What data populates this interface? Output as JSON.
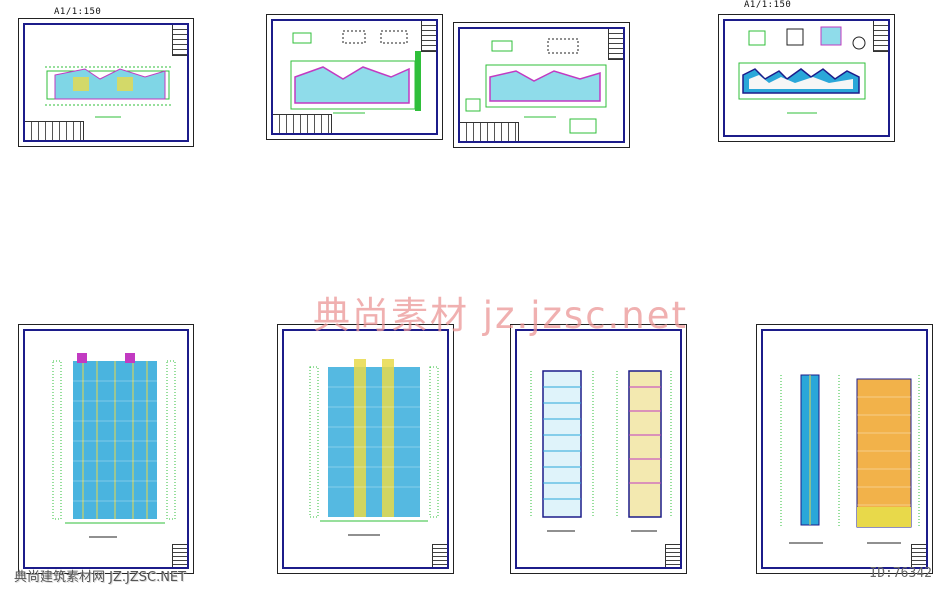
{
  "drawing_1": {
    "scale_label": "A1/1:150"
  },
  "drawing_4": {
    "scale_label": "A1/1:150"
  },
  "watermark": {
    "text": "典尚素材 jz.jzsc.net"
  },
  "footer": {
    "site_name": "典尚建筑素材网 JZ.JZSC.NET",
    "id_text": "ID:76342"
  },
  "colors": {
    "frame": "#1c1c8a",
    "green": "#2fbf3a",
    "magenta": "#c23ac2",
    "cyan": "#2aa7d9",
    "yellow": "#e8d94a",
    "orange": "#f2b24a"
  }
}
